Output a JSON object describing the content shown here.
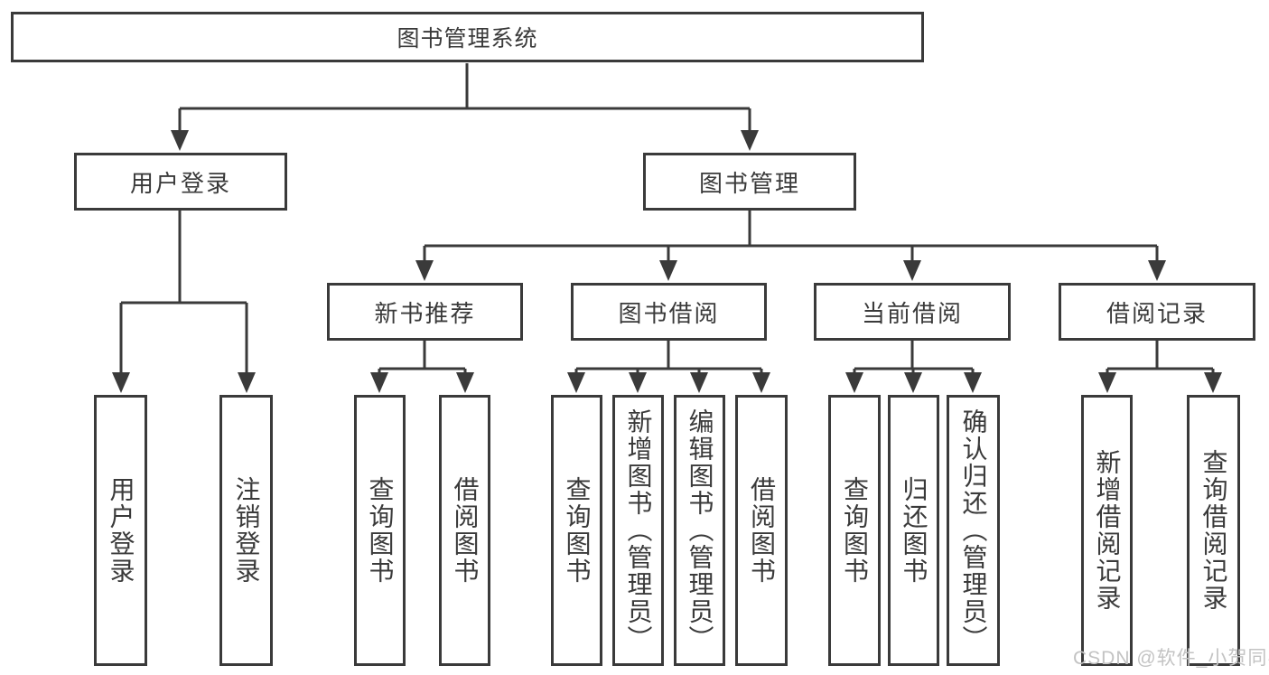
{
  "tree": {
    "label": "图书管理系统",
    "children": [
      {
        "label": "用户登录",
        "children": [
          {
            "label": "用户登录"
          },
          {
            "label": "注销登录"
          }
        ]
      },
      {
        "label": "图书管理",
        "children": [
          {
            "label": "新书推荐",
            "children": [
              {
                "label": "查询图书"
              },
              {
                "label": "借阅图书"
              }
            ]
          },
          {
            "label": "图书借阅",
            "children": [
              {
                "label": "查询图书"
              },
              {
                "label": "新增图书（管理员）"
              },
              {
                "label": "编辑图书（管理员）"
              },
              {
                "label": "借阅图书"
              }
            ]
          },
          {
            "label": "当前借阅",
            "children": [
              {
                "label": "查询图书"
              },
              {
                "label": "归还图书"
              },
              {
                "label": "确认归还（管理员）"
              }
            ]
          },
          {
            "label": "借阅记录",
            "children": [
              {
                "label": "新增借阅记录"
              },
              {
                "label": "查询借阅记录"
              }
            ]
          }
        ]
      }
    ]
  },
  "watermark": "CSDN @软件_小贺同学",
  "colors": {
    "line": "#3a3a3a",
    "text": "#3a3a3a",
    "watermark": "#c3c3c3"
  }
}
